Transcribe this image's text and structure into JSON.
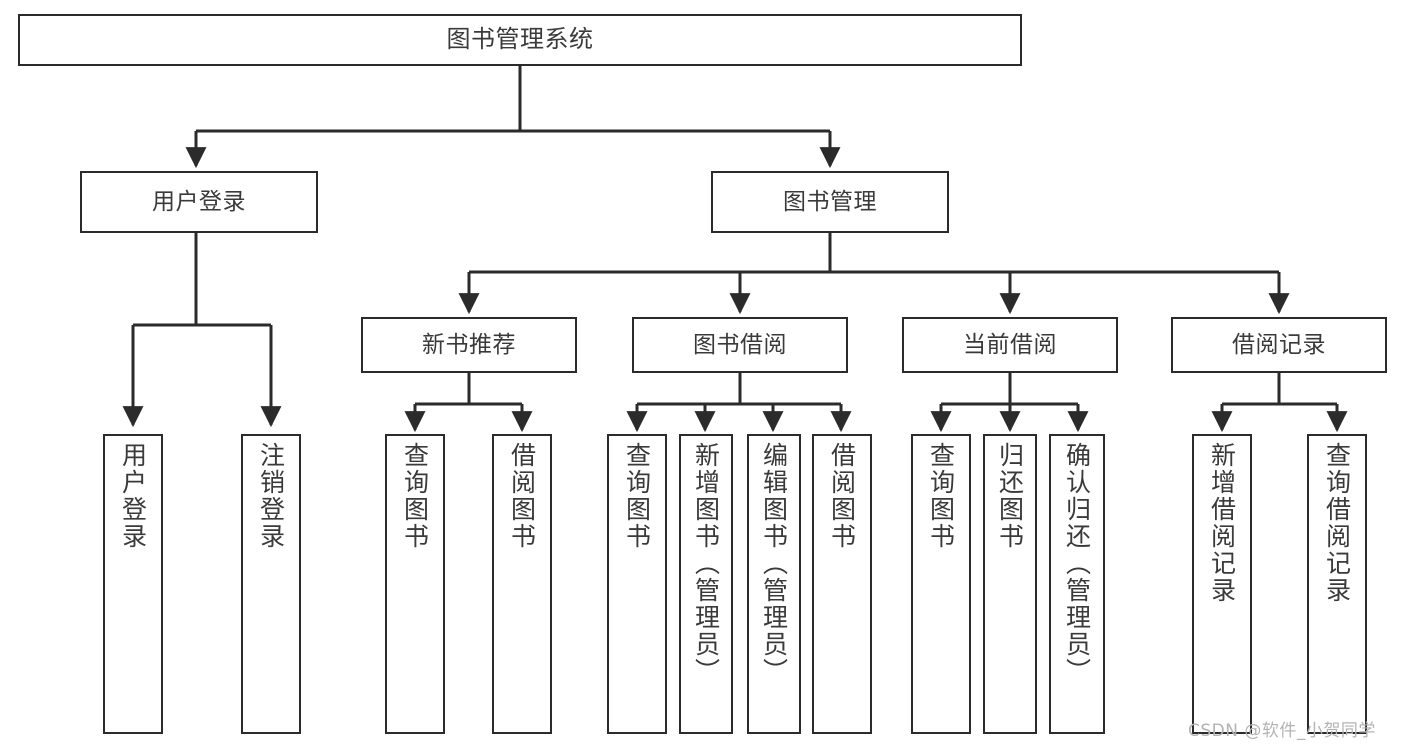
{
  "diagram": {
    "title": "图书管理系统",
    "type": "tree-hierarchy",
    "root": {
      "label": "图书管理系统"
    },
    "level1": [
      {
        "label": "用户登录"
      },
      {
        "label": "图书管理"
      }
    ],
    "level2": [
      {
        "label": "新书推荐"
      },
      {
        "label": "图书借阅"
      },
      {
        "label": "当前借阅"
      },
      {
        "label": "借阅记录"
      }
    ],
    "leaves": {
      "user_login": [
        {
          "label": "用户登录"
        },
        {
          "label": "注销登录"
        }
      ],
      "new_book_recommend": [
        {
          "label": "查询图书"
        },
        {
          "label": "借阅图书"
        }
      ],
      "book_borrow": [
        {
          "label": "查询图书"
        },
        {
          "label": "新增图书（管理员）"
        },
        {
          "label": "编辑图书（管理员）"
        },
        {
          "label": "借阅图书"
        }
      ],
      "current_borrow": [
        {
          "label": "查询图书"
        },
        {
          "label": "归还图书"
        },
        {
          "label": "确认归还（管理员）"
        }
      ],
      "borrow_record": [
        {
          "label": "新增借阅记录"
        },
        {
          "label": "查询借阅记录"
        }
      ]
    }
  },
  "watermark": {
    "text": "CSDN @软件_小贺同学"
  },
  "colors": {
    "stroke": "#2b2b2b",
    "text": "#3a3a3a",
    "background": "#ffffff",
    "watermark": "#b3b3b3"
  }
}
